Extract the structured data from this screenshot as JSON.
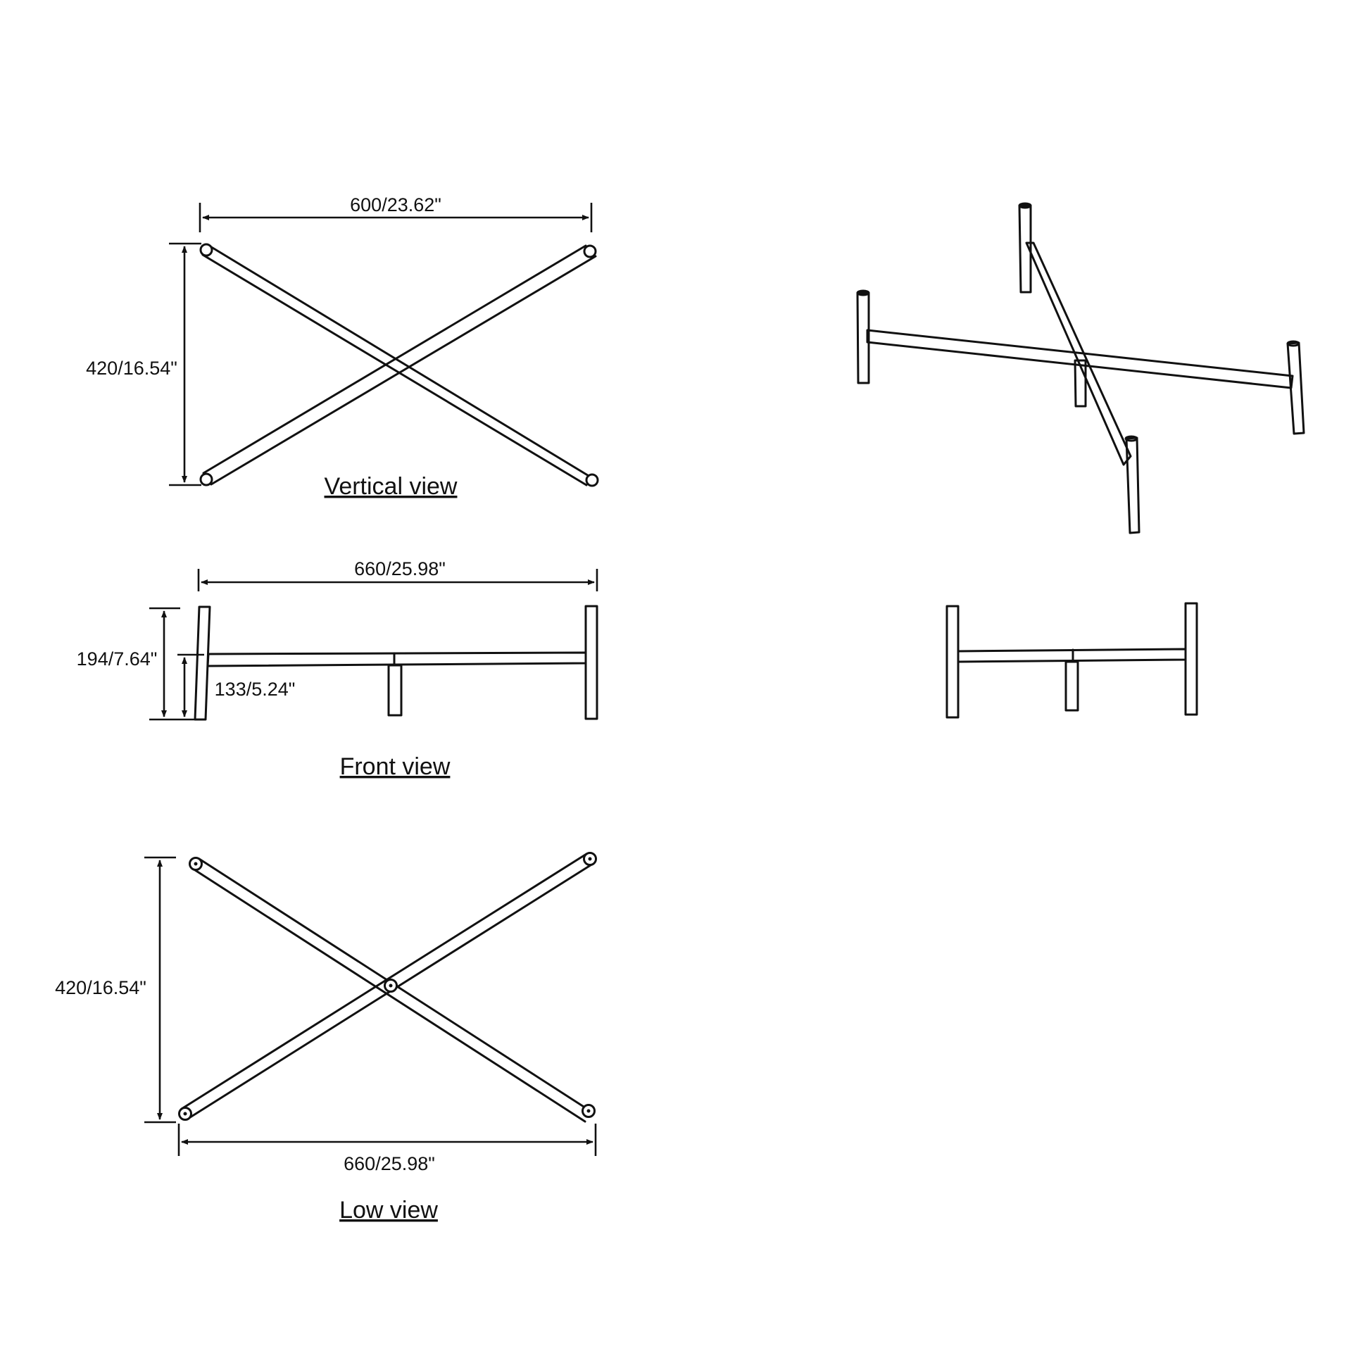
{
  "vertical_view": {
    "title": "Vertical view",
    "width_label": "600/23.62\"",
    "depth_label": "420/16.54\""
  },
  "front_view": {
    "title": "Front view",
    "length_label": "660/25.98\"",
    "height_label": "194/7.64\"",
    "bar_height_label": "133/5.24\""
  },
  "low_view": {
    "title": "Low view",
    "depth_label": "420/16.54\"",
    "length_label": "660/25.98\""
  }
}
